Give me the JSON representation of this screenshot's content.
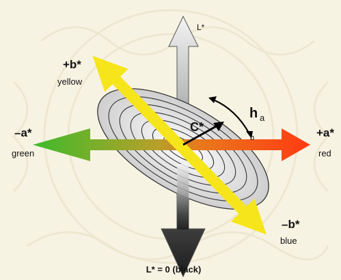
{
  "diagram": {
    "labels": {
      "l_axis": "L*",
      "l_zero": "L* = 0  (black)",
      "plus_b": "+b*",
      "yellow": "yellow",
      "minus_b": "–b*",
      "blue": "blue",
      "minus_a": "–a*",
      "green": "green",
      "plus_a": "+a*",
      "red": "red",
      "chroma": "C*",
      "hue_h": "h",
      "hue_sub": "a",
      "hue_small_b": "b"
    },
    "colors": {
      "background": "#f7f3e3",
      "watermark": "#e6dfc4",
      "green": "#3dbb2b",
      "red": "#ff3a12",
      "yellow": "#f6e51a",
      "blue": "#2f3fd6",
      "light_gray": "#f2f2f2",
      "dark_gray": "#222222"
    }
  }
}
